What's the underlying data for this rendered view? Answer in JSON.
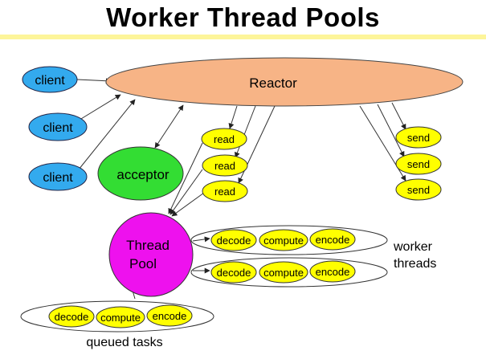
{
  "title": "Worker Thread Pools",
  "reactor": "Reactor",
  "acceptor": "acceptor",
  "clients": [
    "client",
    "client",
    "client"
  ],
  "reads": [
    "read",
    "read",
    "read"
  ],
  "sends": [
    "send",
    "send",
    "send"
  ],
  "thread_pool": [
    "Thread",
    "Pool"
  ],
  "worker_rows": [
    [
      "decode",
      "compute",
      "encode"
    ],
    [
      "decode",
      "compute",
      "encode"
    ]
  ],
  "queued_row": [
    "decode",
    "compute",
    "encode"
  ],
  "worker_label": [
    "worker",
    "threads"
  ],
  "queued_label": "queued tasks",
  "colors": {
    "client": "#33aaee",
    "reactor": "#f7b486",
    "acceptor": "#33dd33",
    "task": "#ffff00",
    "thread_pool": "#ee11ee",
    "title_bar": "#fdf59a"
  }
}
